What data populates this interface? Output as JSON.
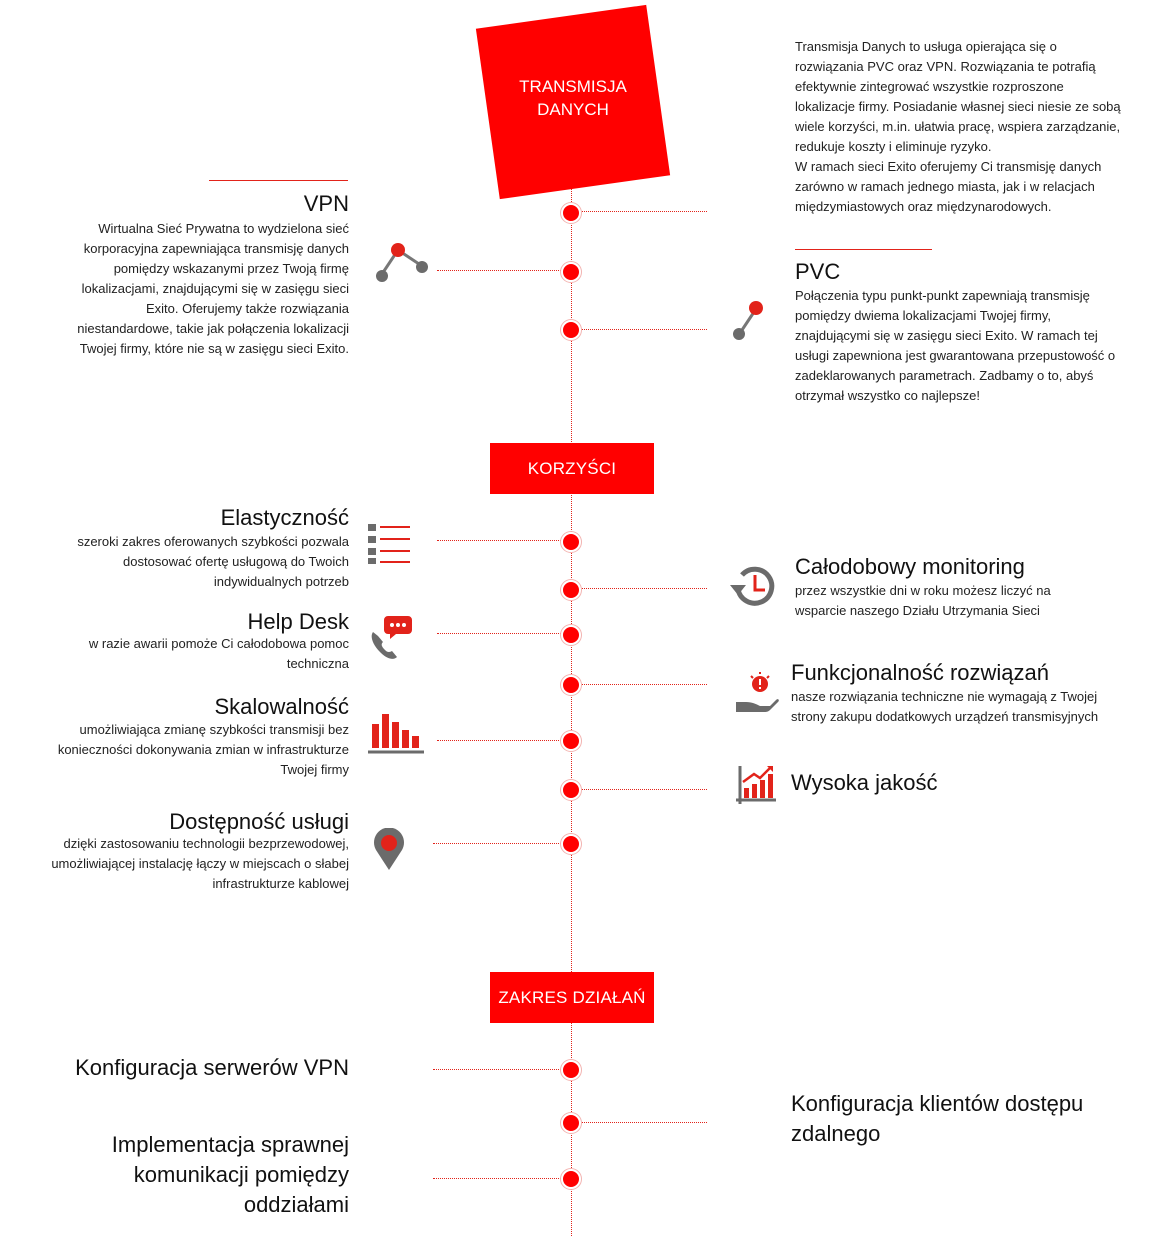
{
  "header": {
    "line1": "TRANSMISJA",
    "line2": "DANYCH",
    "intro": "Transmisja Danych to usługa opierająca się o rozwiązania PVC oraz VPN. Rozwiązania te potrafią efektywnie zintegrować wszystkie rozproszone lokalizacje firmy. Posiadanie własnej sieci niesie ze sobą wiele korzyści, m.in. ułatwia pracę, wspiera zarządzanie, redukuje koszty i eliminuje ryzyko.",
    "intro2": "W ramach sieci Exito oferujemy Ci transmisję danych zarówno w ramach jednego miasta, jak i w relacjach międzymiastowych oraz międzynarodowych."
  },
  "vpn": {
    "title": "VPN",
    "desc": "Wirtualna Sieć Prywatna to wydzielona sieć korporacyjna zapewniająca transmisję danych pomiędzy wskazanymi przez Twoją firmę lokalizacjami, znajdującymi się w zasięgu sieci Exito. Oferujemy także rozwiązania niestandardowe, takie jak połączenia lokalizacji Twojej firmy, które nie są w zasięgu sieci Exito."
  },
  "pvc": {
    "title": "PVC",
    "desc": "Połączenia typu punkt-punkt zapewniają transmisję pomiędzy dwiema lokalizacjami Twojej firmy, znajdującymi się w zasięgu sieci Exito. W ramach tej usługi zapewniona jest gwarantowana przepustowość o zadeklarowanych parametrach. Zadbamy o to, abyś otrzymał wszystko co najlepsze!"
  },
  "benefits": {
    "header": "KORZYŚCI",
    "elastycznosc": {
      "title": "Elastyczność",
      "desc": "szeroki zakres oferowanych szybkości pozwala dostosować ofertę usługową do Twoich indywidualnych potrzeb"
    },
    "monitoring": {
      "title": "Całodobowy monitoring",
      "desc": "przez wszystkie dni w roku możesz liczyć na wsparcie naszego Działu Utrzymania Sieci"
    },
    "helpdesk": {
      "title": "Help Desk",
      "desc": "w razie awarii pomoże Ci całodobowa pomoc techniczna"
    },
    "funkcjonalnosc": {
      "title": "Funkcjonalność rozwiązań",
      "desc": "nasze rozwiązania techniczne nie wymagają z Twojej strony zakupu dodatkowych urządzeń transmisyjnych"
    },
    "skalowalnosc": {
      "title": "Skalowalność",
      "desc": "umożliwiająca zmianę szybkości transmisji bez konieczności dokonywania zmian w infrastrukturze Twojej firmy"
    },
    "jakosc": {
      "title": "Wysoka jakość"
    },
    "dostepnosc": {
      "title": "Dostępność usługi",
      "desc": "dzięki zastosowaniu technologii bezprzewodowej, umożliwiającej instalację łączy w miejscach o słabej infrastrukturze kablowej"
    }
  },
  "scope": {
    "header": "ZAKRES DZIAŁAŃ",
    "item1": "Konfiguracja serwerów VPN",
    "item2": "Konfiguracja klientów dostępu zdalnego",
    "item3": "Implementacja sprawnej komunikacji pomiędzy oddziałami"
  },
  "icons": [
    "network-icon",
    "link-icon",
    "list-icon",
    "clock-icon",
    "phone-chat-icon",
    "hand-bulb-icon",
    "bar-chart-icon",
    "growth-chart-icon",
    "location-pin-icon"
  ],
  "colors": {
    "accent": "#ff0000",
    "icon_gray": "#6b6b6b"
  }
}
